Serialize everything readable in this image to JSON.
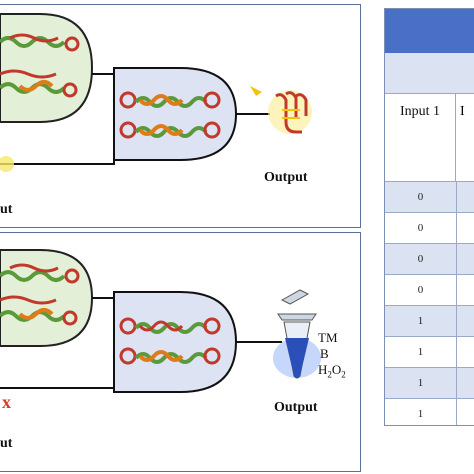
{
  "top_panel": {
    "output_label": "Output",
    "input_label_partial": "ut"
  },
  "bottom_panel": {
    "output_label": "Output",
    "input_label_partial": "ut",
    "reagent_1": "TM",
    "reagent_2": "B",
    "reagent_3": "H2O2",
    "mark": "x"
  },
  "truth_table": {
    "header_col1": "Input 1",
    "header_col2_partial": "I",
    "rows": [
      "0",
      "0",
      "0",
      "0",
      "1",
      "1",
      "1",
      "1"
    ]
  },
  "colors": {
    "table_header": "#4a6fc6",
    "table_alt_row": "#dbe2f1",
    "gate_fill": "#dde3f3",
    "dna_green": "#5a9a3a",
    "dna_red": "#c0392b",
    "dna_orange": "#e07b1a",
    "tube_blue": "#2b4fb8"
  }
}
